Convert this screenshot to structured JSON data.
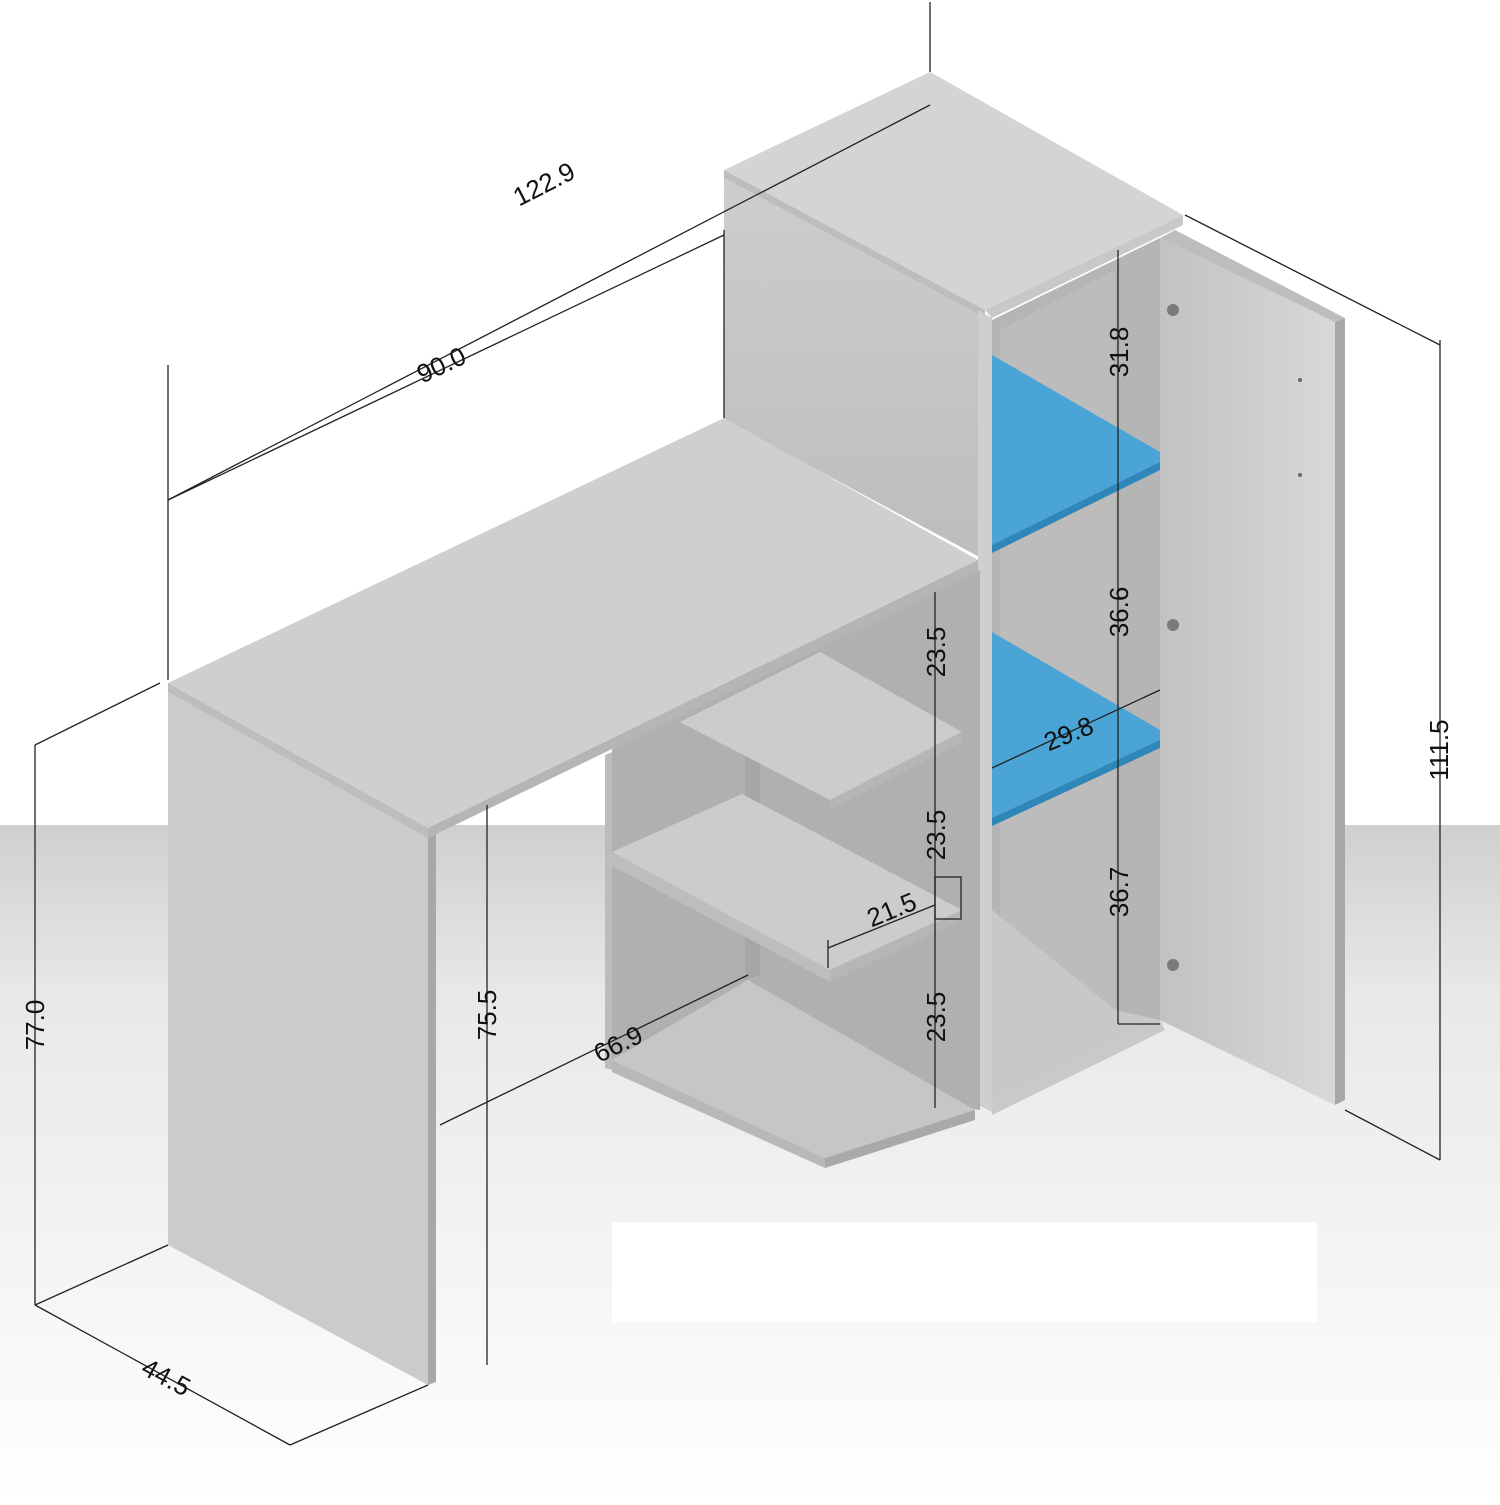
{
  "colors": {
    "panel_light": "#d3d3d3",
    "panel_mid": "#c4c4c4",
    "panel_dark": "#b3b3b3",
    "panel_inner": "#a9a9a9",
    "shelf_accent": "#4aa5d6",
    "floor": "#e6e6e6",
    "line": "#222222"
  },
  "dimensions": {
    "total_width": "122.9",
    "desk_width": "90.0",
    "desk_height": "77.0",
    "depth": "44.5",
    "knee_height": "75.5",
    "knee_depth": "66.9",
    "cabinet_height": "111.5",
    "shelf_gap_top": "23.5",
    "shelf_gap_mid": "23.5",
    "shelf_gap_bottom": "23.5",
    "shelf_depth": "21.5",
    "compartment_top": "31.8",
    "compartment_mid": "36.6",
    "compartment_bottom": "36.7",
    "compartment_width": "29.8"
  }
}
